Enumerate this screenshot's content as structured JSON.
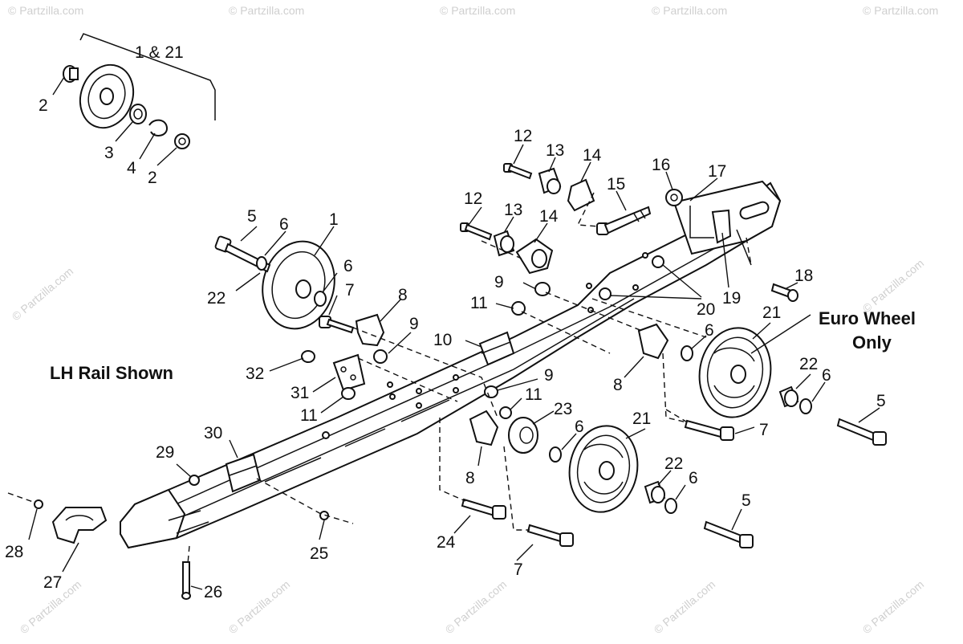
{
  "notes": {
    "rail_side": "LH Rail Shown",
    "euro_line1": "Euro Wheel",
    "euro_line2": "Only"
  },
  "watermark": "© Partzilla.com",
  "callouts": {
    "c1_21": "1 & 21",
    "c2a": "2",
    "c3": "3",
    "c4": "4",
    "c2b": "2",
    "c5a": "5",
    "c6a": "6",
    "c1": "1",
    "c6b": "6",
    "c22a": "22",
    "c7a": "7",
    "c8a": "8",
    "c9a": "9",
    "c12a": "12",
    "c13a": "13",
    "c14a": "14",
    "c12b": "12",
    "c13b": "13",
    "c14b": "14",
    "c15": "15",
    "c16": "16",
    "c17": "17",
    "c18": "18",
    "c19": "19",
    "c20": "20",
    "c9b": "9",
    "c11a": "11",
    "c10": "10",
    "c21a": "21",
    "c6c": "6",
    "c8b": "8",
    "c22b": "22",
    "c6d": "6",
    "c5b": "5",
    "c7b": "7",
    "c32": "32",
    "c31": "31",
    "c11b": "11",
    "c9c": "9",
    "c11c": "11",
    "c23": "23",
    "c21b": "21",
    "c6e": "6",
    "c8c": "8",
    "c22c": "22",
    "c6f": "6",
    "c5c": "5",
    "c24": "24",
    "c7c": "7",
    "c30": "30",
    "c29": "29",
    "c28": "28",
    "c27": "27",
    "c26": "26",
    "c25": "25"
  }
}
